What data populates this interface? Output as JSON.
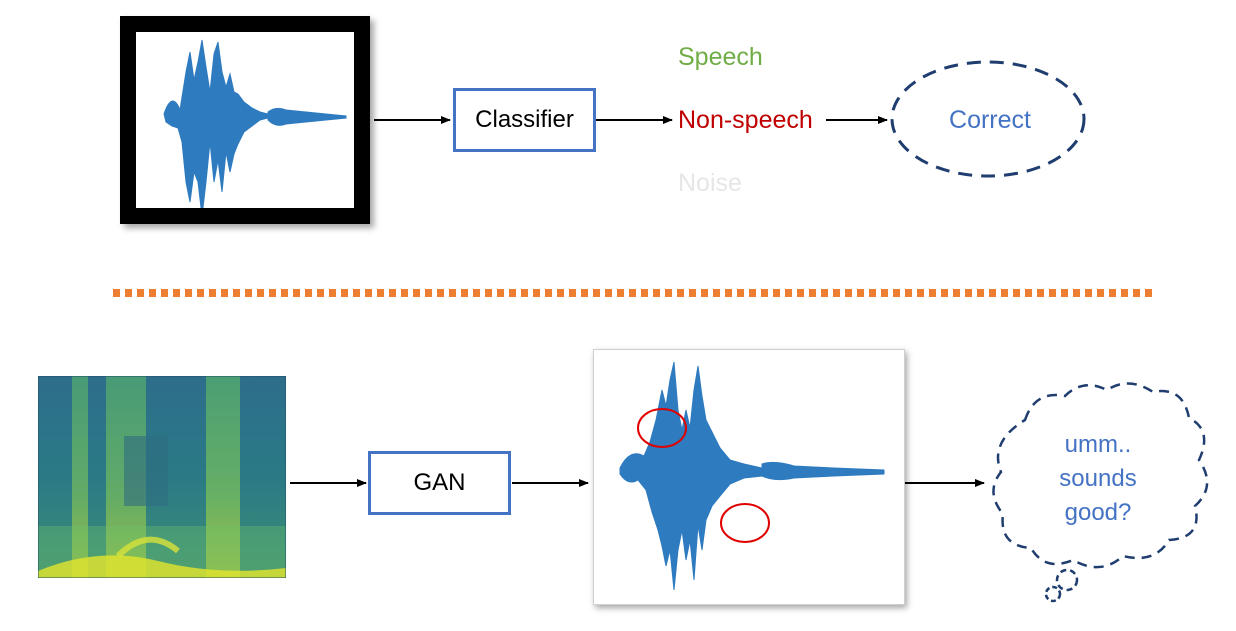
{
  "top": {
    "classifier_label": "Classifier",
    "outputs": {
      "speech": "Speech",
      "non_speech": "Non-speech",
      "noise": "Noise"
    },
    "verdict": "Correct"
  },
  "bottom": {
    "gan_label": "GAN",
    "thought": [
      "umm..",
      "sounds",
      "good?"
    ]
  },
  "colors": {
    "accent_blue": "#4472c4",
    "waveform_blue": "#2e7bc0",
    "speech_green": "#70ad47",
    "non_speech_red": "#c00000",
    "noise_gray": "#e6e6e6",
    "divider_orange": "#ed7d31",
    "highlight_red": "#e00000"
  }
}
